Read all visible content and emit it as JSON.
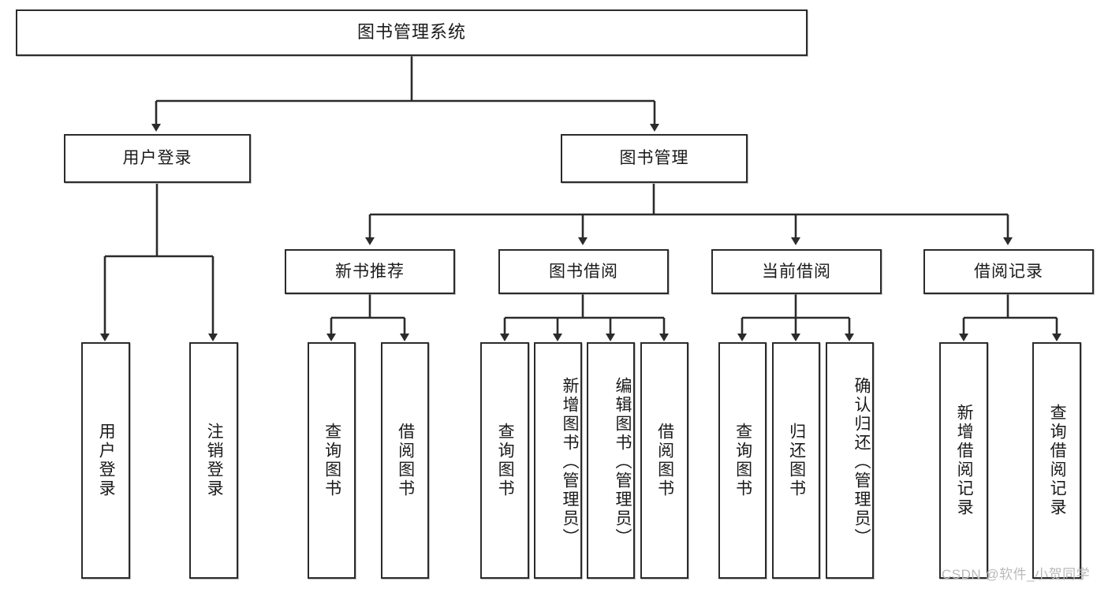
{
  "diagram": {
    "title": "图书管理系统",
    "type": "functional-structure-tree",
    "watermark": "CSDN @软件_小贺同学",
    "colors": {
      "box_border": "#2b2b2b",
      "box_fill": "#ffffff",
      "edge": "#2b2b2b",
      "text": "#1a1a1a",
      "watermark": "#b9b9b9"
    },
    "root": {
      "label": "图书管理系统"
    },
    "level2": [
      {
        "label": "用户登录"
      },
      {
        "label": "图书管理"
      }
    ],
    "level3": [
      {
        "label": "新书推荐"
      },
      {
        "label": "图书借阅"
      },
      {
        "label": "当前借阅"
      },
      {
        "label": "借阅记录"
      }
    ],
    "leaves": {
      "user_login": [
        {
          "label": "用户登录"
        },
        {
          "label": "注销登录"
        }
      ],
      "new_book_recommend": [
        {
          "label": "查询图书"
        },
        {
          "label": "借阅图书"
        }
      ],
      "book_borrow": [
        {
          "label": "查询图书"
        },
        {
          "label": "新增图书（管理员）"
        },
        {
          "label": "编辑图书（管理员）"
        },
        {
          "label": "借阅图书"
        }
      ],
      "current_borrow": [
        {
          "label": "查询图书"
        },
        {
          "label": "归还图书"
        },
        {
          "label": "确认归还（管理员）"
        }
      ],
      "borrow_record": [
        {
          "label": "新增借阅记录"
        },
        {
          "label": "查询借阅记录"
        }
      ]
    }
  }
}
